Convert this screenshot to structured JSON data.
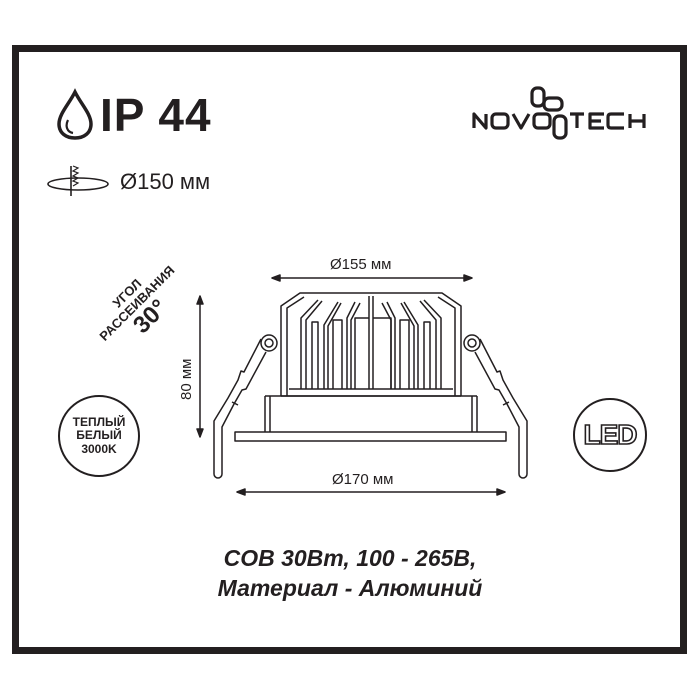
{
  "header": {
    "ip_rating": "IP 44",
    "cutout_diameter": "Ø150 мм",
    "brand": "NOVOTECH"
  },
  "icons": {
    "water_drop": "water-drop-icon",
    "ceiling_cutout": "ceiling-cutout-icon",
    "brand_logo": "novotech-logo"
  },
  "badges": {
    "beam_angle": {
      "line1": "УГОЛ",
      "line2": "РАССЕИВАНИЯ",
      "line3": "30°"
    },
    "color_temperature": {
      "line1": "ТЕПЛЫЙ",
      "line2": "БЕЛЫЙ",
      "line3": "3000K"
    },
    "led": "LED"
  },
  "drawing": {
    "top_diameter": "Ø155 мм",
    "bottom_diameter": "Ø170 мм",
    "height": "80 мм"
  },
  "specs": {
    "line1": "COB 30Вт, 100 - 265В,",
    "line2": "Материал - Алюминий"
  },
  "colors": {
    "ink": "#231f20",
    "background": "#ffffff"
  }
}
